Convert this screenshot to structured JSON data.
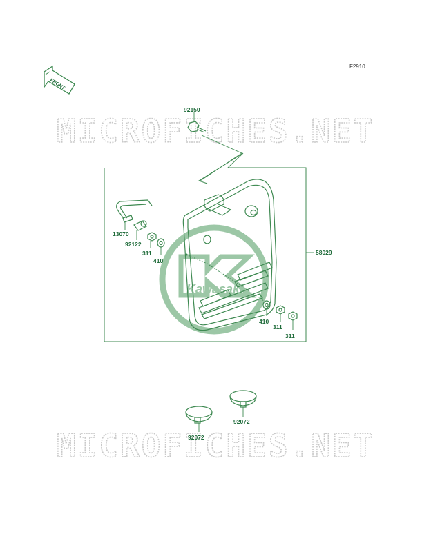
{
  "figure_code": "F2910",
  "front_arrow_label": "FRONT",
  "watermark_text": "MICROFICHES.NET",
  "logo_text": "Kawasaki",
  "colors": {
    "line": "#3f8a52",
    "label": "#1f6b3a",
    "watermark": "#c9c9c9",
    "logo": "#4c9a5e"
  },
  "callouts": {
    "bolt_top": "92150",
    "assembly": "58029",
    "rod": "13070",
    "collar": "92122",
    "nut_left": "311",
    "washer_left": "410",
    "washer_right": "410",
    "nut_right_1": "311",
    "nut_right_2": "311",
    "band_upper": "92072",
    "band_lower": "92072"
  }
}
